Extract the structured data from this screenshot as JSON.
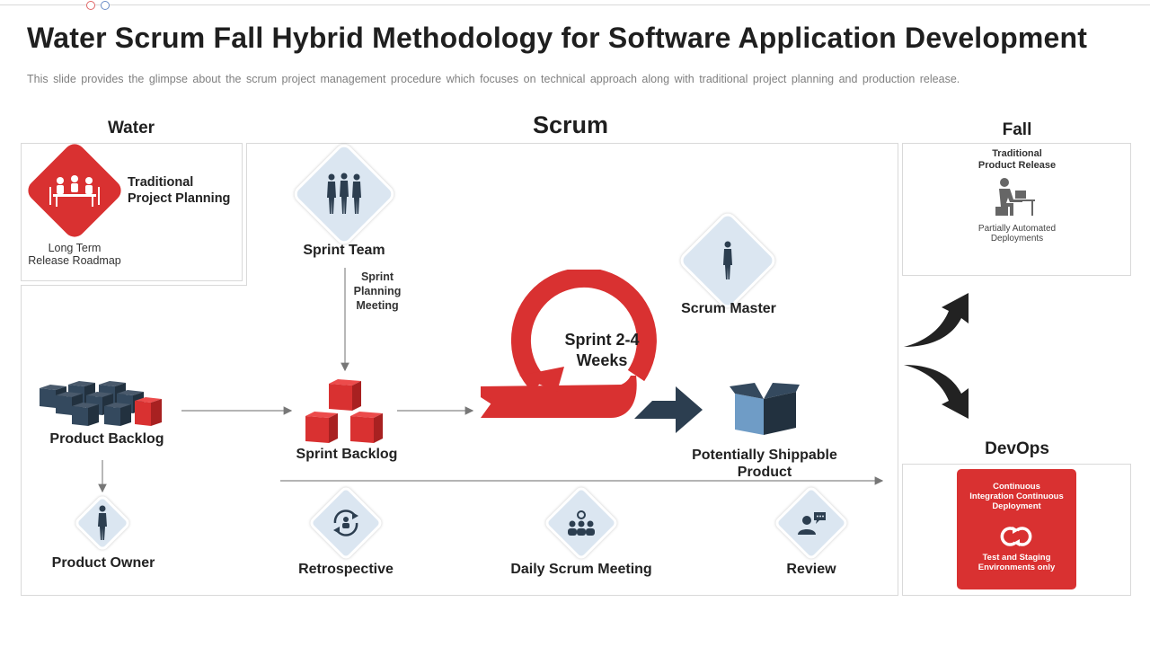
{
  "slide": {
    "title": "Water Scrum Fall Hybrid Methodology for Software Application Development",
    "subtitle": "This slide provides  the glimpse about the scrum project management  procedure  which focuses on technical approach  along with traditional project planning and production release."
  },
  "sections": {
    "water": "Water",
    "scrum": "Scrum",
    "fall": "Fall",
    "devops": "DevOps"
  },
  "water": {
    "planning_line1": "Traditional",
    "planning_line2": "Project Planning",
    "roadmap_line1": "Long Term",
    "roadmap_line2": "Release Roadmap"
  },
  "scrum": {
    "sprint_team": "Sprint Team",
    "planning_meeting_line1": "Sprint",
    "planning_meeting_line2": "Planning",
    "planning_meeting_line3": "Meeting",
    "scrum_master": "Scrum Master",
    "sprint_cycle_line1": "Sprint 2-4",
    "sprint_cycle_line2": "Weeks",
    "product_backlog": "Product Backlog",
    "sprint_backlog": "Sprint Backlog",
    "shippable_line1": "Potentially Shippable",
    "shippable_line2": "Product",
    "product_owner": "Product Owner",
    "retrospective": "Retrospective",
    "daily_scrum": "Daily Scrum Meeting",
    "review": "Review"
  },
  "fall": {
    "release_line1": "Traditional",
    "release_line2": "Product Release",
    "deploy_line1": "Partially Automated",
    "deploy_line2": "Deployments"
  },
  "devops": {
    "ci_line1": "Continuous",
    "ci_line2": "Integration Continuous",
    "ci_line3": "Deployment",
    "test_line1": "Test and Staging",
    "test_line2": "Environments only"
  },
  "colors": {
    "accent_red": "#d93131",
    "navy": "#2c3e50",
    "light_blue": "#dbe6f1",
    "gray_border": "#d9d9d9"
  }
}
